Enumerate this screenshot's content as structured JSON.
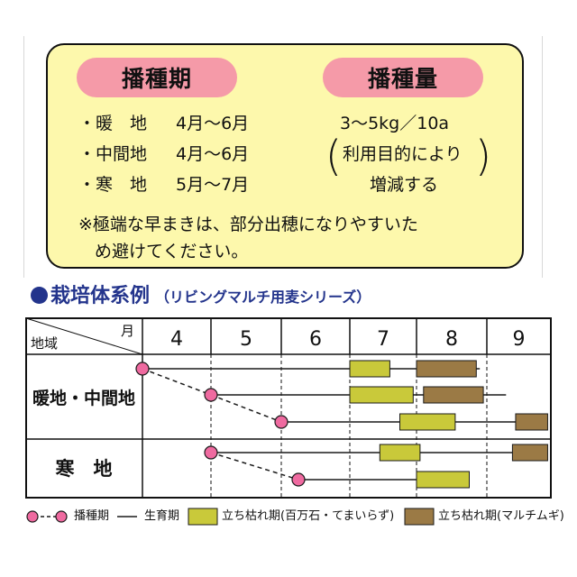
{
  "info": {
    "sowing_period_title": "播種期",
    "sowing_amount_title": "播種量",
    "regions": [
      {
        "name": "・暖　地",
        "period": "4月～6月"
      },
      {
        "name": "・中間地",
        "period": "4月～6月"
      },
      {
        "name": "・寒　地",
        "period": "5月～7月"
      }
    ],
    "amount": "3～5kg／10a",
    "amount_note_line1": "利用目的により",
    "amount_note_line2": "増減する",
    "note_line1": "※極端な早まきは、部分出穂になりやすいた",
    "note_line2": "め避けてください。"
  },
  "section": {
    "title": "栽培体系例",
    "subtitle": "（リビングマルチ用麦シリーズ）"
  },
  "table": {
    "corner_region": "地域",
    "corner_month": "月",
    "months": [
      "4",
      "5",
      "6",
      "7",
      "8",
      "9"
    ],
    "groups": [
      "暖地・中間地",
      "寒　地"
    ],
    "rows": [
      {
        "group": 0,
        "sow": 4.0,
        "line_end": 8.9,
        "hyakuman": [
          7.0,
          7.6
        ],
        "maruchi": [
          8.0,
          8.85
        ]
      },
      {
        "group": 0,
        "sow": 5.0,
        "line_end": 9.3,
        "hyakuman": [
          7.0,
          7.95
        ],
        "maruchi": [
          8.1,
          8.95
        ]
      },
      {
        "group": 0,
        "sow": 6.0,
        "line_end": 9.95,
        "hyakuman": [
          7.75,
          8.55
        ],
        "maruchi": [
          9.45,
          9.95
        ]
      },
      {
        "group": 1,
        "sow": 5.0,
        "line_end": 9.95,
        "hyakuman": [
          7.45,
          8.05
        ],
        "maruchi": [
          9.4,
          9.95
        ]
      },
      {
        "group": 1,
        "sow": 6.25,
        "line_end": 8.75,
        "hyakuman": [
          8.0,
          8.75
        ]
      }
    ],
    "colors": {
      "hyakuman": "#c9c93a",
      "maruchi": "#9b7a45",
      "sow": "#ef6aa0",
      "line": "#1a1a1a"
    }
  },
  "legend": {
    "sowing": "播種期",
    "growth": "生育期",
    "hyakuman": "立ち枯れ期(百万石・てまいらず)",
    "maruchi": "立ち枯れ期(マルチムギ)"
  }
}
